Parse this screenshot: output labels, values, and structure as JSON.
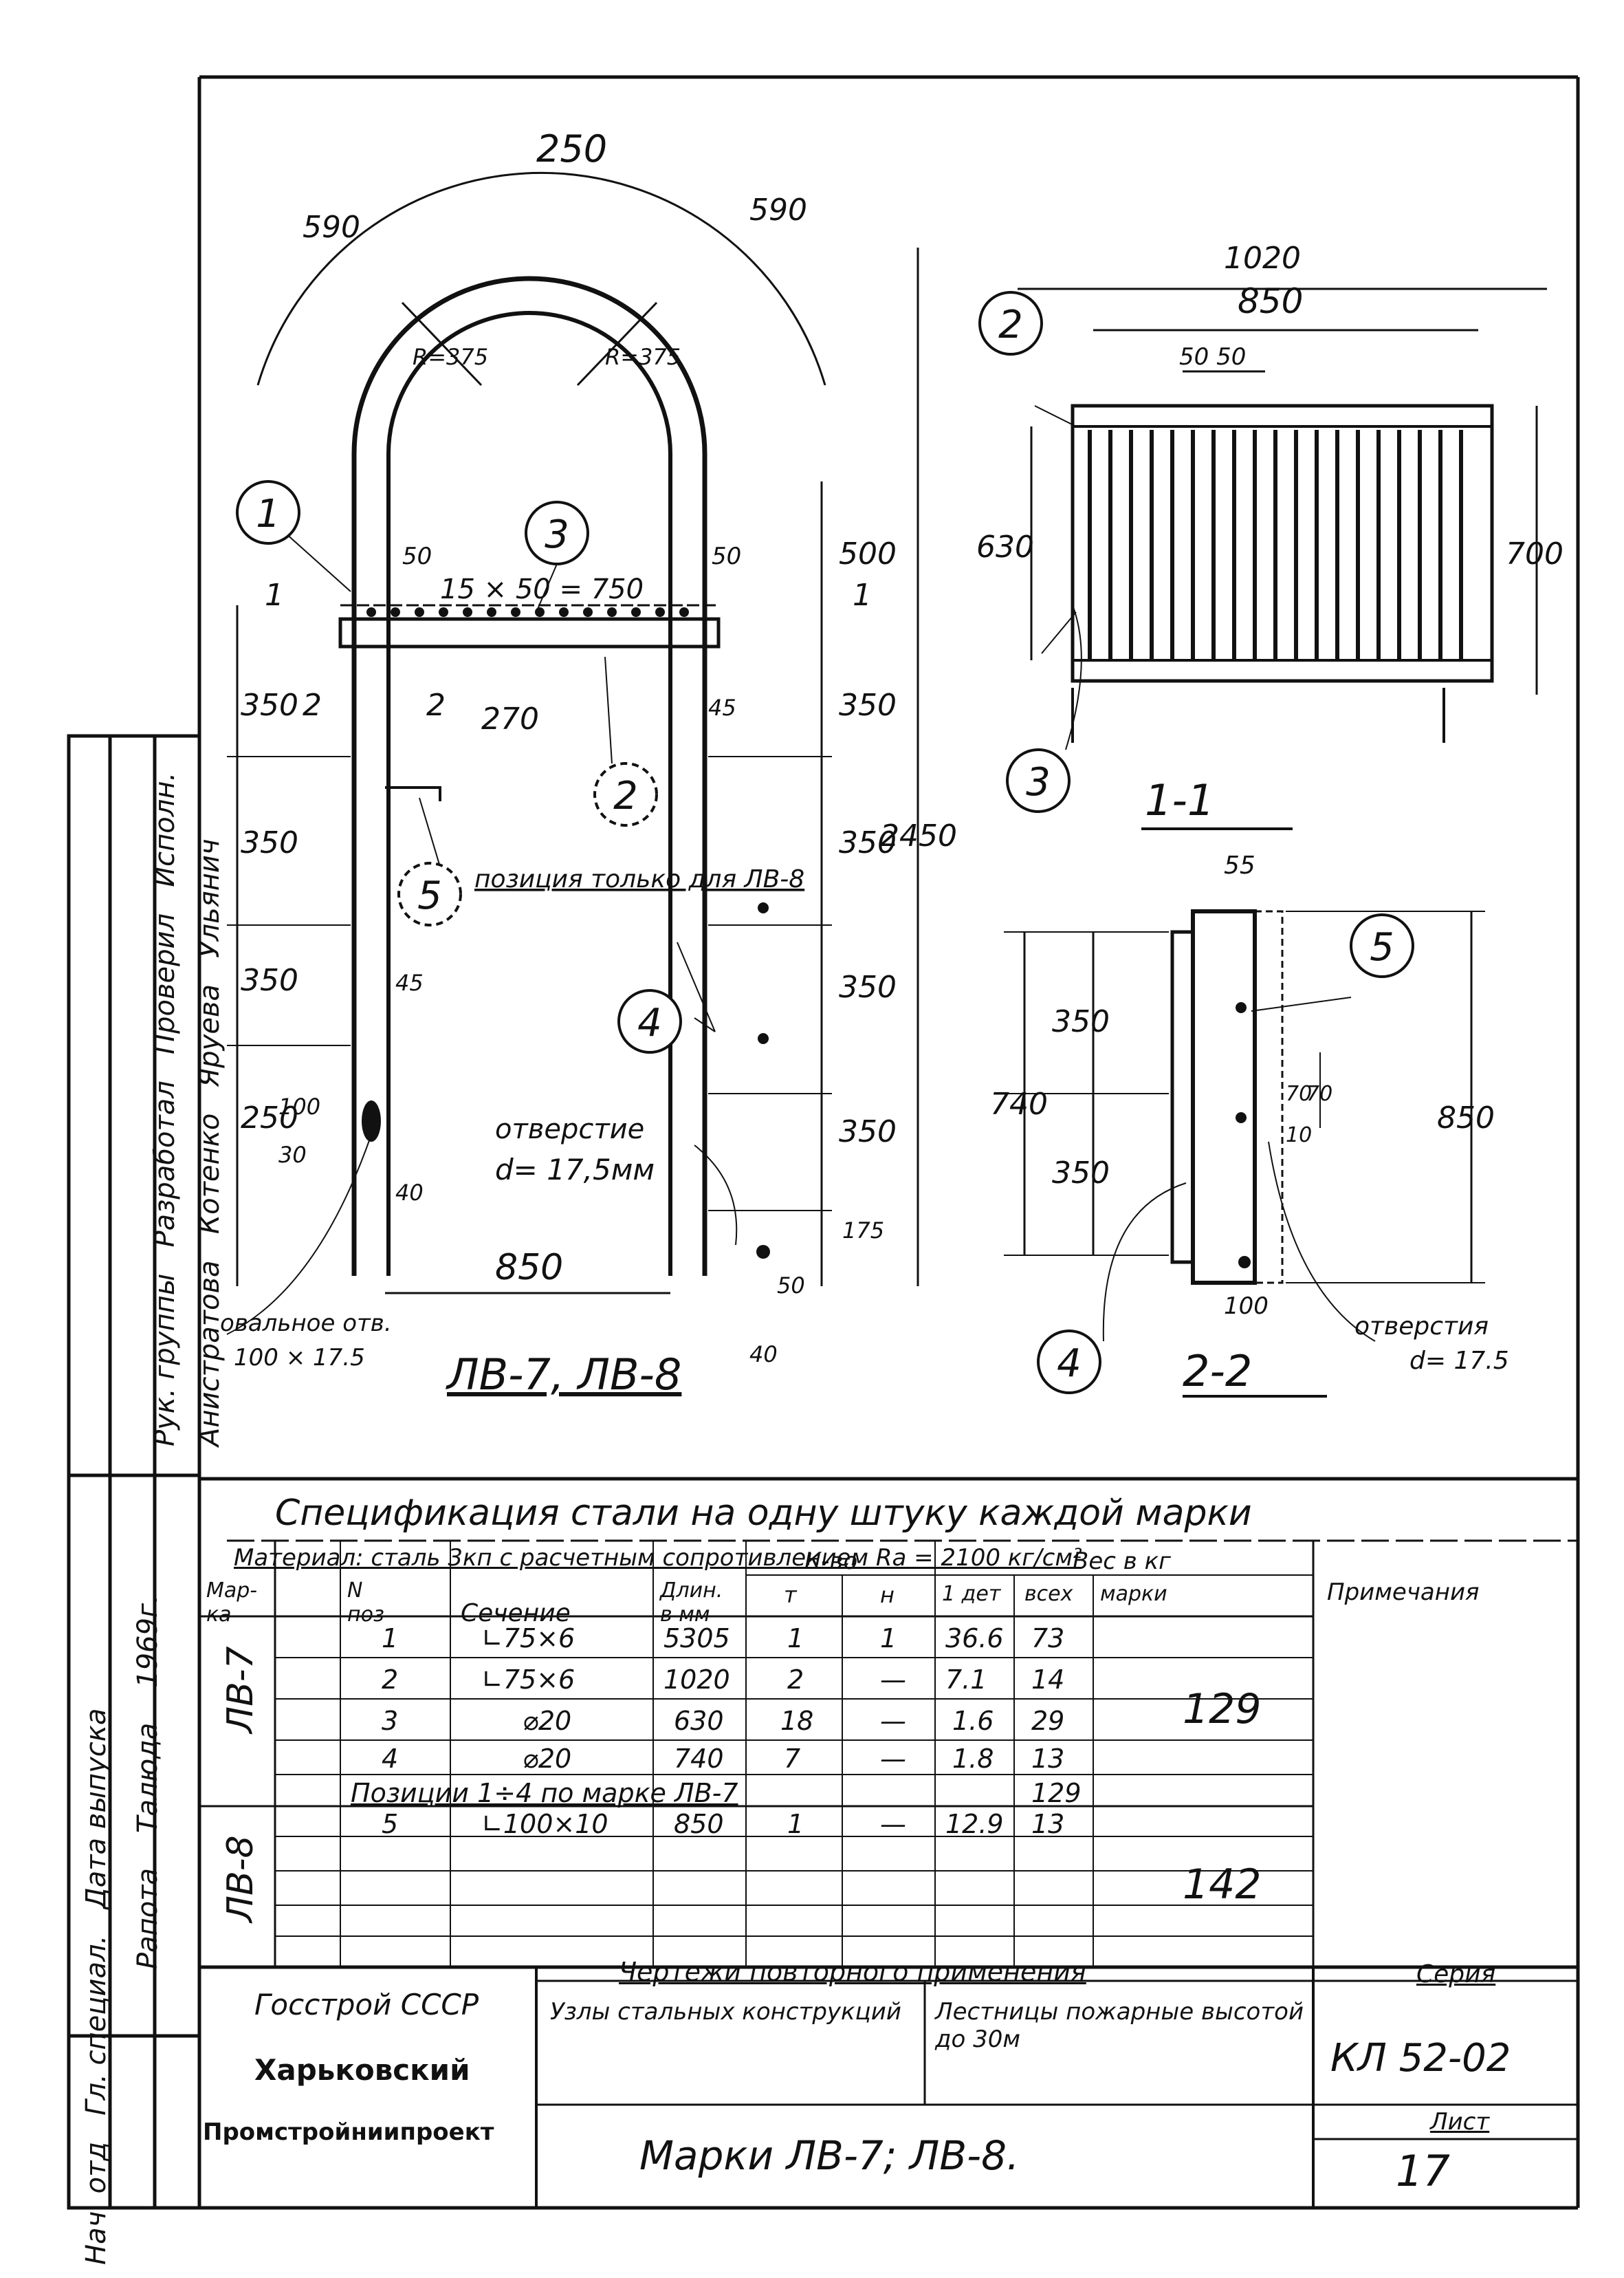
{
  "drawing": {
    "main_view_label": "ЛВ-7, ЛВ-8",
    "section_1_label": "1-1",
    "section_2_label": "2-2",
    "arc_dims": {
      "top": "250",
      "left": "590",
      "right": "590",
      "r_left": "R=375",
      "r_right": "R=375"
    },
    "main_dims": {
      "width_top": "1020",
      "width_mid": "850",
      "pitch": "50 50",
      "bar_spacing": "15 × 50 = 750",
      "edge_left": "50",
      "edge_right": "50",
      "h_500": "500",
      "h_350": "350",
      "h_175": "175",
      "h_2450": "2450",
      "h_630": "630",
      "h_700": "700",
      "h_740": "740",
      "h_850": "850",
      "h_250": "250",
      "h_100": "100",
      "h_270": "270",
      "d_45": "45",
      "d_40": "40",
      "d_30": "30",
      "d_50": "50",
      "d_55": "55",
      "d_10": "10",
      "d_70": "70",
      "w_850": "850",
      "w_100": "100"
    },
    "section_marks": {
      "one": "1",
      "two": "2"
    },
    "positions": [
      "1",
      "2",
      "3",
      "4",
      "5"
    ],
    "notes": {
      "pos5_only": "позиция только для ЛВ-8",
      "hole": "отверстие",
      "hole_d": "d= 17,5мм",
      "oval_hole": "овальное отв.",
      "oval_size": "100 × 17.5",
      "holes_2": "отверстия",
      "holes_2_d": "d= 17.5"
    }
  },
  "spec": {
    "title": "Спецификация стали на одну штуку каждой марки",
    "material": "Материал: сталь 3кп с расчетным сопротивлением Rа = 2100 кг/см²",
    "headers": {
      "mark": "Мар- ка",
      "pos": "N поз",
      "section": "Сечение",
      "length": "Длин. в мм",
      "qty": "К-во",
      "qty_t": "т",
      "qty_n": "н",
      "weight": "Вес в кг",
      "w_det": "1 дет",
      "w_all": "всех",
      "w_mark": "марки",
      "notes": "Примечания"
    },
    "groups": [
      {
        "mark": "ЛВ-7",
        "mark_weight": "129",
        "rows": [
          {
            "pos": "1",
            "section": "∟75×6",
            "length": "5305",
            "t": "1",
            "n": "1",
            "det": "36.6",
            "all": "73"
          },
          {
            "pos": "2",
            "section": "∟75×6",
            "length": "1020",
            "t": "2",
            "n": "—",
            "det": "7.1",
            "all": "14"
          },
          {
            "pos": "3",
            "section": "⌀20",
            "length": "630",
            "t": "18",
            "n": "—",
            "det": "1.6",
            "all": "29"
          },
          {
            "pos": "4",
            "section": "⌀20",
            "length": "740",
            "t": "7",
            "n": "—",
            "det": "1.8",
            "all": "13"
          }
        ]
      },
      {
        "mark": "ЛВ-8",
        "mark_weight": "142",
        "note_row": "Позиции 1÷4 по марке ЛВ-7",
        "note_all": "129",
        "rows": [
          {
            "pos": "5",
            "section": "∟100×10",
            "length": "850",
            "t": "1",
            "n": "—",
            "det": "12.9",
            "all": "13"
          }
        ]
      }
    ]
  },
  "title_block": {
    "org_1": "Госстрой СССР",
    "org_2": "Харьковский",
    "org_3": "Промстройниипроект",
    "header": "Чертежи повторного применения",
    "subject_1": "Узлы стальных конструкций",
    "subject_2": "Лестницы пожарные высотой до 30м",
    "series_label": "Серия",
    "series": "КЛ 52-02",
    "sheet_label": "Лист",
    "sheet": "17",
    "drawing_name": "Марки ЛВ-7; ЛВ-8."
  },
  "side_stamp": {
    "roles": [
      "Рук. группы",
      "Разработал",
      "Проверил",
      "Исполн."
    ],
    "names": [
      "Анистратова",
      "Котенко",
      "Яруева",
      "Ульянич"
    ],
    "roles_2": [
      "Нач. отд",
      "Гл. специал.",
      "Дата выпуска"
    ],
    "names_2": [
      "Рапота",
      "Талюда",
      "1969г."
    ]
  }
}
